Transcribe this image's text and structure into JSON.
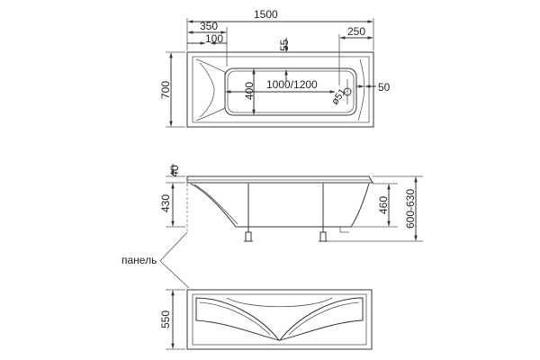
{
  "top_view": {
    "overall_length": "1500",
    "left_offset": "350",
    "left_inner_offset": "100",
    "drain_offset": "55",
    "right_offset": "250",
    "width": "700",
    "inner_depth": "400",
    "inner_length": "1000/1200",
    "drain_diameter": "ø51",
    "drain_edge": "50"
  },
  "side_view": {
    "rim_height": "40",
    "left_height": "430",
    "tub_height": "460",
    "adjustable_height": "600-630",
    "panel_label": "панель"
  },
  "panel_view": {
    "panel_height": "550"
  }
}
